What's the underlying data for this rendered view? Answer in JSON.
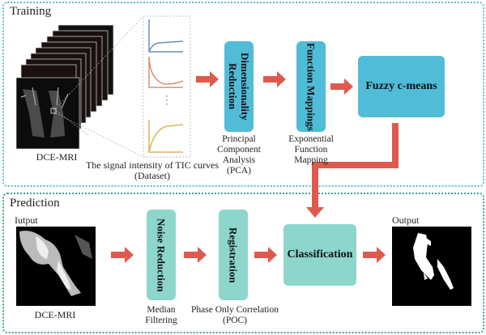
{
  "training": {
    "title": "Training",
    "input_label": "DCE-MRI",
    "dataset_label_line1": "The signal intensity of TIC curves",
    "dataset_label_line2": "(Dataset)",
    "curve_ellipsis": "⋮",
    "steps": [
      {
        "box": "Dimensionality Reduction",
        "caption": [
          "Principal",
          "Component",
          "Analysis",
          "(PCA)"
        ]
      },
      {
        "box": "Function Mappings",
        "caption": [
          "Exponential",
          "Function",
          "Mapping"
        ]
      },
      {
        "box": "Fuzzy c-means"
      }
    ],
    "colors": {
      "box": "#50bcd8",
      "border": "#5bbcd6",
      "curve1": "#6b8cc0",
      "curve2": "#d4907a",
      "curve3": "#d8b35a"
    }
  },
  "prediction": {
    "title": "Prediction",
    "input_header": "Iutput",
    "input_label": "DCE-MRI",
    "steps": [
      {
        "box": "Noise Reduction",
        "caption": [
          "Median",
          "Filtering"
        ]
      },
      {
        "box": "Registration",
        "caption": [
          "Phase Only Correlation",
          "(POC)"
        ]
      },
      {
        "box": "Classification"
      }
    ],
    "output_header": "Output",
    "colors": {
      "box": "#8dd6cb",
      "border": "#3aa596"
    }
  },
  "arrow_color": "#de5a4e"
}
